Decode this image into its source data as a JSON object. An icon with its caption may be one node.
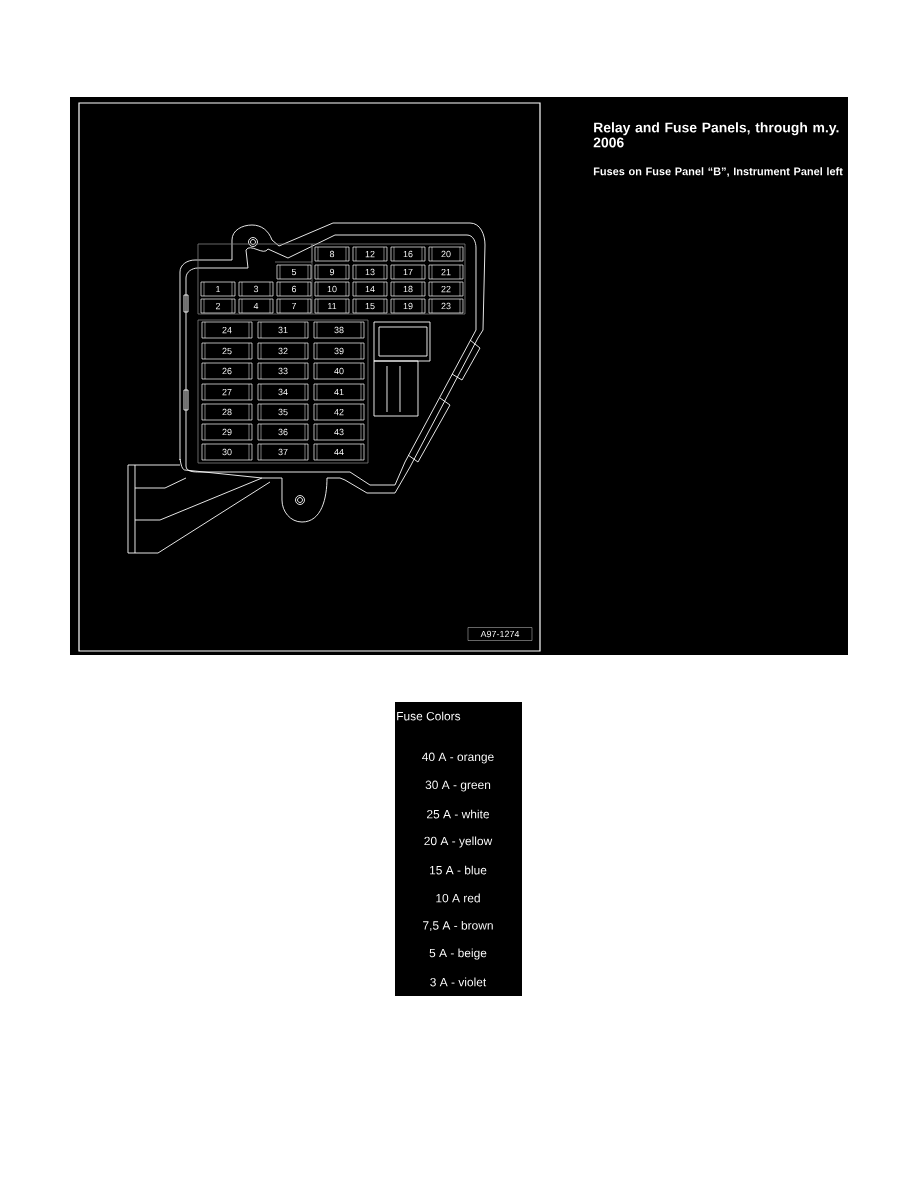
{
  "diagram": {
    "title": "Relay and Fuse Panels, through m.y. 2006",
    "nodes": [
      {
        "text": [
          "8"
        ]
      },
      {
        "text": [
          "12"
        ]
      },
      {
        "text": [
          "16"
        ]
      },
      {
        "text": [
          "20"
        ]
      },
      {
        "text": [
          "5"
        ]
      },
      {
        "text": [
          "9"
        ]
      },
      {
        "text": [
          "13"
        ]
      },
      {
        "text": [
          "17"
        ]
      },
      {
        "text": [
          "21"
        ]
      },
      {
        "text": [
          "1"
        ]
      },
      {
        "text": [
          "3"
        ]
      },
      {
        "text": [
          "6"
        ]
      },
      {
        "text": [
          "10"
        ]
      },
      {
        "text": [
          "14"
        ]
      },
      {
        "text": [
          "18"
        ]
      },
      {
        "text": [
          "22"
        ]
      },
      {
        "text": [
          "2"
        ]
      },
      {
        "text": [
          "4"
        ]
      },
      {
        "text": [
          "7"
        ]
      },
      {
        "text": [
          "11"
        ]
      },
      {
        "text": [
          "15"
        ]
      },
      {
        "text": [
          "19"
        ]
      },
      {
        "text": [
          "23"
        ]
      },
      {
        "text": [
          "24"
        ]
      },
      {
        "text": [
          "31"
        ]
      },
      {
        "text": [
          "38"
        ]
      },
      {
        "text": [
          "25"
        ]
      },
      {
        "text": [
          "32"
        ]
      },
      {
        "text": [
          "39"
        ]
      },
      {
        "text": [
          "26"
        ]
      },
      {
        "text": [
          "33"
        ]
      },
      {
        "text": [
          "40"
        ]
      },
      {
        "text": [
          "27"
        ]
      },
      {
        "text": [
          "34"
        ]
      },
      {
        "text": [
          "41"
        ]
      },
      {
        "text": [
          "28"
        ]
      },
      {
        "text": [
          "35"
        ]
      },
      {
        "text": [
          "42"
        ]
      },
      {
        "text": [
          "29"
        ]
      },
      {
        "text": [
          "36"
        ]
      },
      {
        "text": [
          "43"
        ]
      },
      {
        "text": [
          "30"
        ]
      },
      {
        "text": [
          "37"
        ]
      },
      {
        "text": [
          "44"
        ]
      }
    ],
    "labels": [
      "Fuses on Fuse Panel “B”, Instrument Panel left",
      "A97-1274",
      "Fuse Colors",
      "40 A - orange",
      "30 A - green",
      "25 A - white",
      "20 A - yellow",
      "15 A - blue",
      "10 A red",
      "7,5 A - brown",
      "5 A - beige",
      "3 A - violet"
    ]
  }
}
